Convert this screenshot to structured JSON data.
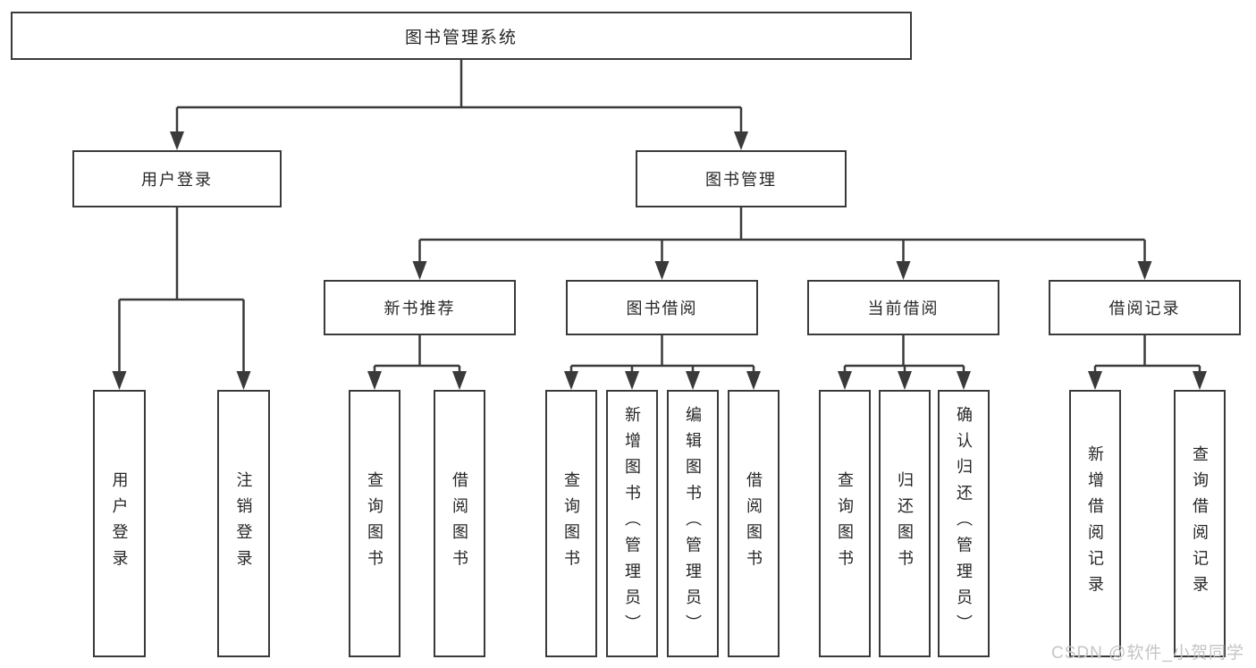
{
  "diagram": {
    "root": {
      "label": "图书管理系统"
    },
    "branches": [
      {
        "label": "用户登录",
        "children": [
          {
            "label": "用户登录"
          },
          {
            "label": "注销登录"
          }
        ]
      },
      {
        "label": "图书管理",
        "sections": [
          {
            "label": "新书推荐",
            "children": [
              {
                "label": "查询图书"
              },
              {
                "label": "借阅图书"
              }
            ]
          },
          {
            "label": "图书借阅",
            "children": [
              {
                "label": "查询图书"
              },
              {
                "label": "新增图书（管理员）"
              },
              {
                "label": "编辑图书（管理员）"
              },
              {
                "label": "借阅图书"
              }
            ]
          },
          {
            "label": "当前借阅",
            "children": [
              {
                "label": "查询图书"
              },
              {
                "label": "归还图书"
              },
              {
                "label": "确认归还（管理员）"
              }
            ]
          },
          {
            "label": "借阅记录",
            "children": [
              {
                "label": "新增借阅记录"
              },
              {
                "label": "查询借阅记录"
              }
            ]
          }
        ]
      }
    ],
    "colors": {
      "line": "#3a3a3a",
      "box_border": "#3a3a3a",
      "text": "#262626",
      "background": "#ffffff",
      "watermark": "#c5c5c5"
    }
  },
  "watermark": {
    "text": "CSDN @软件_小贺同学"
  }
}
